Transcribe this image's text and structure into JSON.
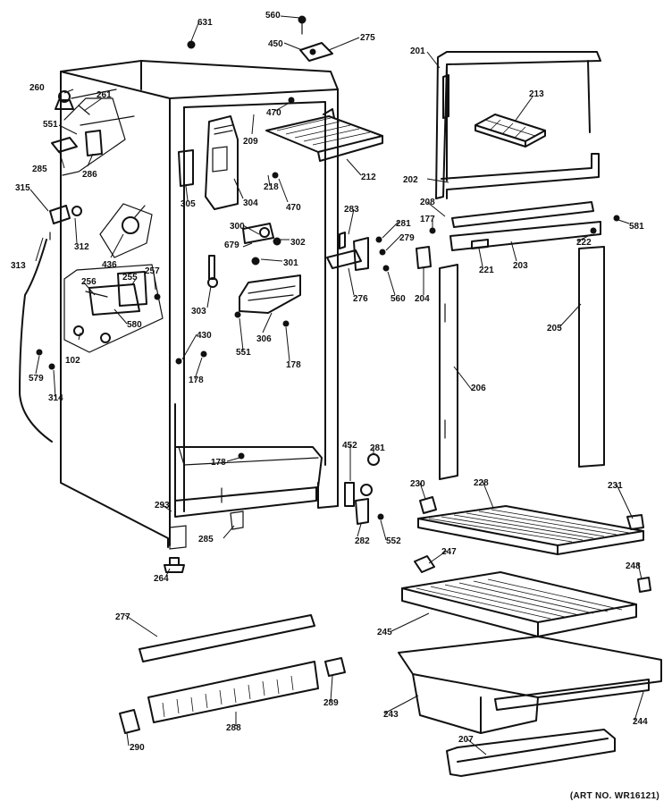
{
  "art_number": "(ART NO. WR16121)",
  "callouts": [
    "631",
    "560",
    "450",
    "275",
    "201",
    "260",
    "261",
    "213",
    "551",
    "470",
    "209",
    "285",
    "286",
    "212",
    "202",
    "305",
    "304",
    "218",
    "470",
    "315",
    "208",
    "177",
    "581",
    "283",
    "300",
    "281",
    "279",
    "222",
    "312",
    "679",
    "302",
    "436",
    "301",
    "221",
    "203",
    "313",
    "257",
    "255",
    "256",
    "276",
    "560",
    "204",
    "303",
    "205",
    "580",
    "306",
    "102",
    "430",
    "551",
    "178",
    "579",
    "178",
    "206",
    "314",
    "178",
    "452",
    "281",
    "293",
    "230",
    "228",
    "231",
    "285",
    "282",
    "552",
    "247",
    "264",
    "248",
    "277",
    "245",
    "289",
    "243",
    "288",
    "244",
    "290",
    "207"
  ]
}
